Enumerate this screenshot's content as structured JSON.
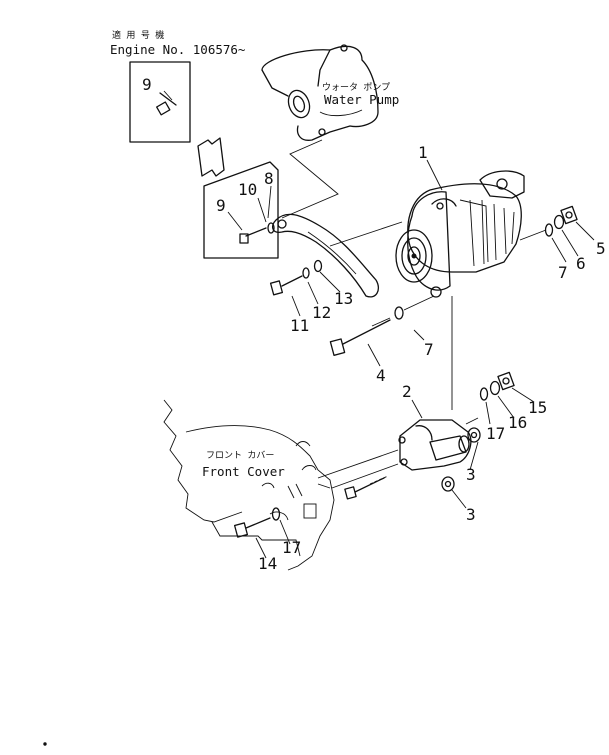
{
  "header": {
    "jp_applicable": "適 用 号 機",
    "engine_no": "Engine No. 106576~"
  },
  "labels": {
    "water_pump_jp": "ウォータ ポンプ",
    "water_pump": "Water Pump",
    "front_cover_jp": "フロント カバー",
    "front_cover": "Front Cover"
  },
  "callouts": {
    "c1": "1",
    "c2": "2",
    "c3a": "3",
    "c3b": "3",
    "c4": "4",
    "c5": "5",
    "c6": "6",
    "c7a": "7",
    "c7b": "7",
    "c8": "8",
    "c9a": "9",
    "c9b": "9",
    "c10": "10",
    "c11": "11",
    "c12": "12",
    "c13": "13",
    "c14": "14",
    "c15": "15",
    "c16": "16",
    "c17a": "17",
    "c17b": "17"
  }
}
